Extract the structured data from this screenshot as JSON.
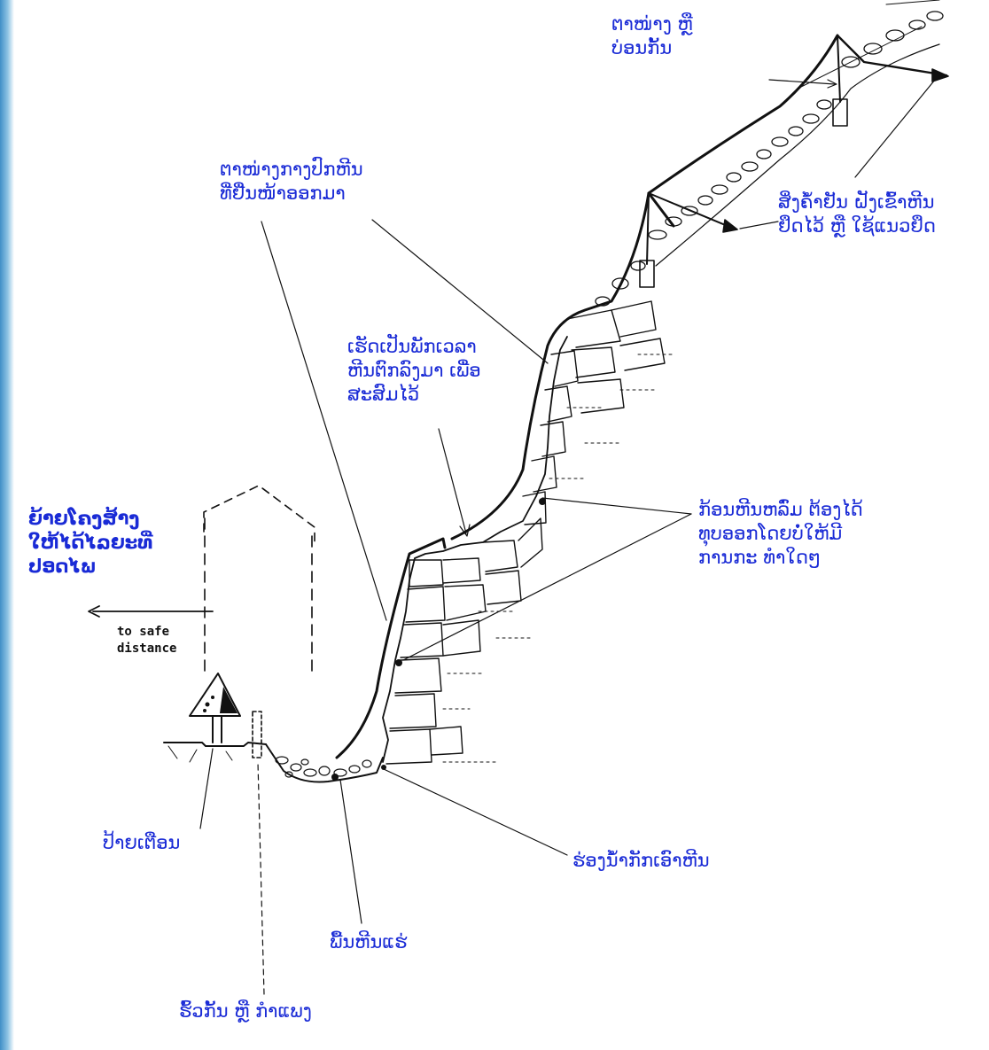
{
  "labels": {
    "top_catch_fence": "ຕາໜ່າງ ຫຼື\nບ່ອນກັ້ນ",
    "rock_mesh": "ຕາໜ່າງກາງປົກຫີນ\nທີ່ຢື່ນໜ້າອອກມາ",
    "anchors": "ສິ່ງຄໍ້າຢັນ ຝັງເຂົ້າຫີນ\nຢຶດໄວ້ ຫຼື ໃຊ້ແນວຢຶດ",
    "bench": "ເຮັດເປັນພັກເວລາ\nຫີນຕົກລົງມາ ເພື່ອ\nສະສົມໄວ້",
    "loose_blocks": "ກ້ອນຫີນຫລົ່ມ ຕ້ອງໄດ້\nທຸບອອກໂດຍບໍ່ໃຫ້ມີ\nການກະ ທຳໃດໆ",
    "relocate": "ຍ້າຍໂຄງສ້າງ\nໃຫ້ໄດ້ໄລຍະທີ່\nປອດໄພ",
    "safe_distance": "to safe\ndistance",
    "warning_sign": "ປ້າຍເຕືອນ",
    "ditch": "ຮ່ອງນໍ້າກັກເອົາຫີນ",
    "rock_floor": "ພື້ນຫີນແຮ່",
    "fence": "ຮົ້ວກັ້ນ ຫຼື ກຳແພງ"
  },
  "colors": {
    "label_blue": "#1a2bd6",
    "line": "#111111"
  }
}
